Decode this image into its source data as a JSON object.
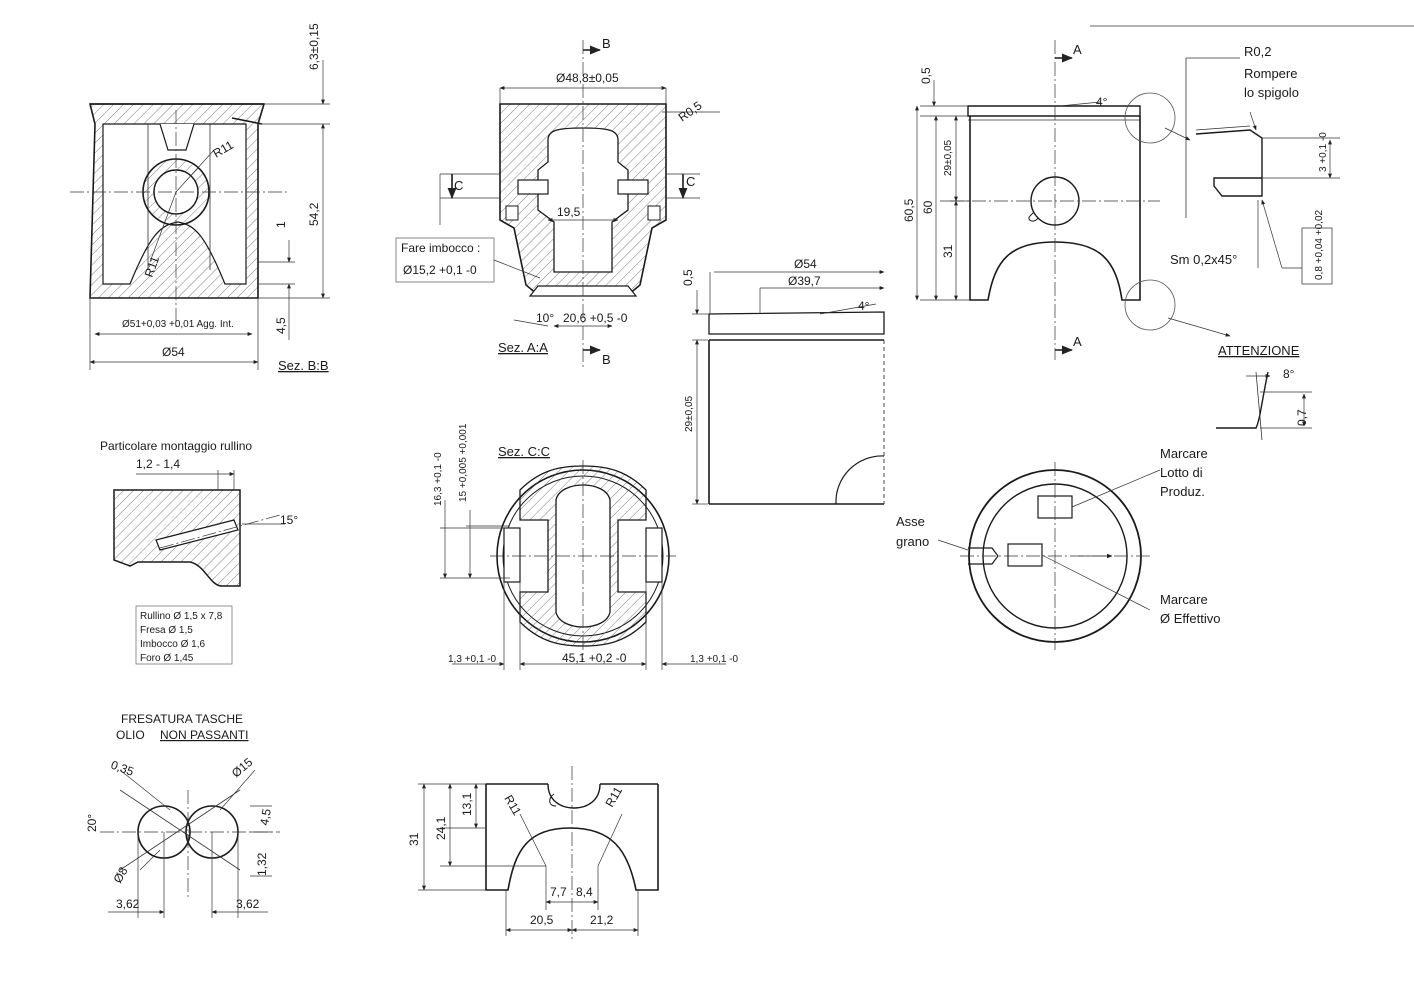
{
  "view_bb": {
    "t_63": "6,3±0,15",
    "t_r11a": "R11",
    "t_r11b": "R11",
    "t_1": "1",
    "t_542": "54,2",
    "t_45": "4,5",
    "t_d51": "Ø51+0,03 +0,01 Agg. Int.",
    "t_d54": "Ø54",
    "t_sez": "Sez. B:B"
  },
  "view_aa": {
    "t_b_top": "B",
    "t_b_bot": "B",
    "t_d488": "Ø48,8±0,05",
    "t_r05": "R0,5",
    "t_c_left": "C",
    "t_c_right": "C",
    "t_195": "19,5",
    "t_imbocco1": "Fare imbocco :",
    "t_imbocco2": "Ø15,2 +0,1 -0",
    "t_10": "10°",
    "t_206": "20,6 +0,5 -0",
    "t_sez": "Sez. A:A"
  },
  "view_side": {
    "t_a_top": "A",
    "t_a_bot": "A",
    "t_4": "4°",
    "t_05": "0,5",
    "t_29": "29±0,05",
    "t_605": "60,5",
    "t_60": "60",
    "t_31": "31"
  },
  "detail_r02": {
    "t_r02": "R0,2",
    "t_rompere1": "Rompere",
    "t_rompere2": "lo spigolo",
    "t_3": "3 +0,1 -0",
    "t_sm": "Sm 0,2x45°",
    "t_08": "0,8 +0,04 +0,02"
  },
  "detail_attenzione": {
    "t_att": "ATTENZIONE",
    "t_8": "8°",
    "t_07": "0,7"
  },
  "view_ring": {
    "t_d54": "Ø54",
    "t_d397": "Ø39,7",
    "t_4": "4°",
    "t_05": "0,5",
    "t_29": "29±0,05"
  },
  "detail_rullino": {
    "title": "Particolare montaggio rullino",
    "t_1214": "1,2 - 1,4",
    "t_15": "15°",
    "spec": [
      "Rullino Ø 1,5 x 7,8",
      "Fresa Ø 1,5",
      "Imbocco Ø 1,6",
      "Foro Ø 1,45"
    ]
  },
  "view_cc": {
    "t_sez": "Sez. C:C",
    "t_163": "16,3 +0,1 -0",
    "t_15": "15 +0,005 +0,001",
    "t_13l": "1,3 +0,1 -0",
    "t_451": "45,1 +0,2 -0",
    "t_13r": "1,3 +0,1 -0"
  },
  "view_top": {
    "t_marcare1a": "Marcare",
    "t_marcare1b": "Lotto di",
    "t_marcare1c": "Produz.",
    "t_asse1": "Asse",
    "t_asse2": "grano",
    "t_marcare2a": "Marcare",
    "t_marcare2b": "Ø Effettivo"
  },
  "detail_fresatura": {
    "title1": "FRESATURA TASCHE",
    "title2a": "OLIO",
    "title2b": "NON PASSANTI",
    "t_035": "0,35",
    "t_d15": "Ø15",
    "t_45": "4,5",
    "t_20": "20°",
    "t_132": "1,32",
    "t_d8": "Ø8",
    "t_362l": "3,62",
    "t_362r": "3,62"
  },
  "view_skirt": {
    "t_31": "31",
    "t_241": "24,1",
    "t_131": "13,1",
    "t_r11a": "R11",
    "t_r11b": "R11",
    "t_77": "7,7",
    "t_84": "8,4",
    "t_205": "20,5",
    "t_212": "21,2"
  }
}
